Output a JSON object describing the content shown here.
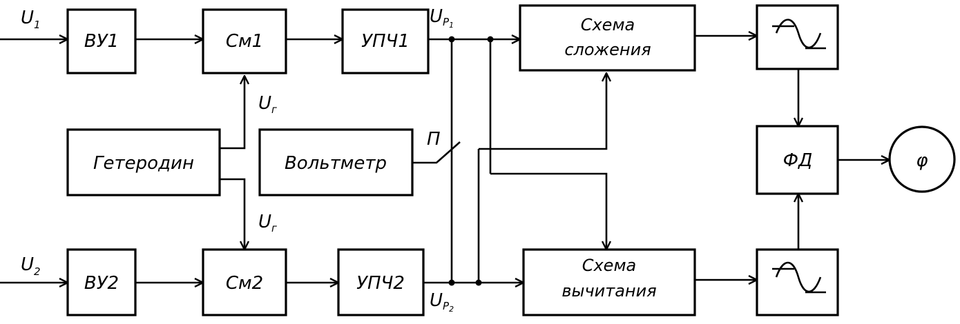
{
  "blocks": {
    "vu1": "ВУ1",
    "vu2": "ВУ2",
    "sm1": "См1",
    "sm2": "См2",
    "upch1": "УПЧ1",
    "upch2": "УПЧ2",
    "geterodin": "Гетеродин",
    "voltmeter": "Вольтметр",
    "sum_line1": "Схема",
    "sum_line2": "сложения",
    "sub_line1": "Схема",
    "sub_line2": "вычитания",
    "phase_detector": "ФД",
    "phase_meter": "φ"
  },
  "signals": {
    "u1_main": "U",
    "u1_sub": "1",
    "u2_main": "U",
    "u2_sub": "2",
    "ur_top_main": "U",
    "ur_top_sub": "г",
    "ur_bot_main": "U",
    "ur_bot_sub": "г",
    "up1_main": "U",
    "up1_sub": "P",
    "up1_sub2": "1",
    "up2_main": "U",
    "up2_sub": "P",
    "up2_sub2": "2",
    "switch": "П"
  },
  "icons": {
    "limiter_top": "sine-limiter-icon",
    "limiter_bottom": "sine-limiter-icon"
  }
}
